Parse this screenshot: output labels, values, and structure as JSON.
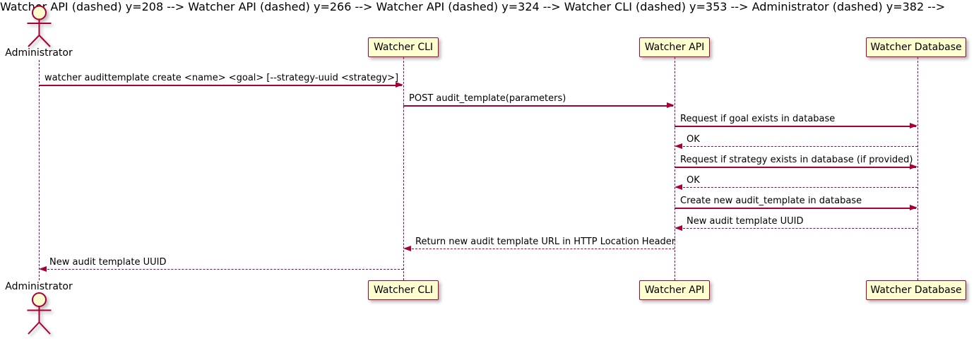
{
  "diagram": {
    "type": "sequence",
    "colors": {
      "participant_fill": "#FEFECE",
      "participant_border": "#A80036",
      "line_color": "#A80036",
      "text_color": "#000000",
      "background": "#FFFFFF"
    },
    "actor": {
      "label": "Administrator"
    },
    "participants": [
      {
        "label": "Watcher CLI"
      },
      {
        "label": "Watcher API"
      },
      {
        "label": "Watcher Database"
      }
    ],
    "messages": [
      {
        "from": "Administrator",
        "to": "Watcher CLI",
        "line": "solid",
        "label": "watcher audittemplate create <name> <goal> [--strategy-uuid <strategy>]"
      },
      {
        "from": "Watcher CLI",
        "to": "Watcher API",
        "line": "solid",
        "label": "POST audit_template(parameters)"
      },
      {
        "from": "Watcher API",
        "to": "Watcher Database",
        "line": "solid",
        "label": "Request if goal exists in database"
      },
      {
        "from": "Watcher Database",
        "to": "Watcher API",
        "line": "dashed",
        "label": "OK"
      },
      {
        "from": "Watcher API",
        "to": "Watcher Database",
        "line": "solid",
        "label": "Request if strategy exists in database (if provided)"
      },
      {
        "from": "Watcher Database",
        "to": "Watcher API",
        "line": "dashed",
        "label": "OK"
      },
      {
        "from": "Watcher API",
        "to": "Watcher Database",
        "line": "solid",
        "label": "Create new audit_template in database"
      },
      {
        "from": "Watcher Database",
        "to": "Watcher API",
        "line": "dashed",
        "label": "New audit template UUID"
      },
      {
        "from": "Watcher API",
        "to": "Watcher CLI",
        "line": "dashed",
        "label": "Return new audit template URL in HTTP Location Header"
      },
      {
        "from": "Watcher CLI",
        "to": "Administrator",
        "line": "dashed",
        "label": "New audit template UUID"
      }
    ]
  }
}
